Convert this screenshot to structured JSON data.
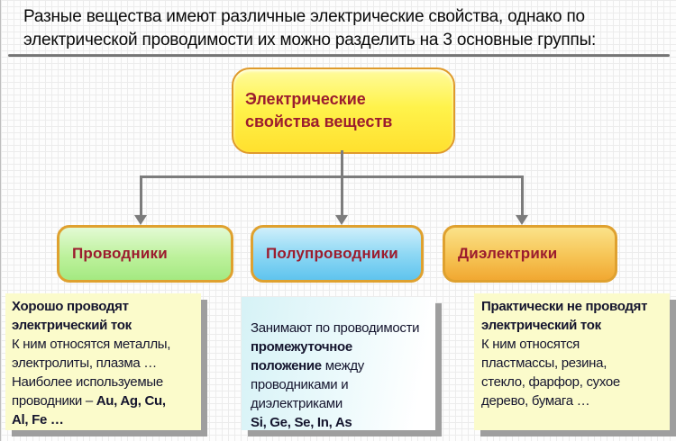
{
  "header": {
    "text": "Разные вещества имеют различные электрические свойства, однако по\nэлектрической проводимости их можно разделить на 3 основные группы:"
  },
  "root_box": {
    "label": "Электрические\nсвойства веществ"
  },
  "branches": [
    {
      "id": "conductors",
      "label": "Проводники"
    },
    {
      "id": "semiconductors",
      "label": "Полупроводники"
    },
    {
      "id": "dielectrics",
      "label": "Диэлектрики"
    }
  ],
  "notes": [
    {
      "id": "conductors",
      "segments": [
        {
          "t": " Хорошо проводят\nэлектрический ток\n",
          "b": true
        },
        {
          "t": " К ним относятся металлы,\nэлектролиты, плазма …\nНаиболее используемые\nпроводники – ",
          "b": false
        },
        {
          "t": "Au, Ag, Cu,\nAl, Fe …",
          "b": true
        }
      ]
    },
    {
      "id": "semiconductors",
      "segments": [
        {
          "t": "Занимают по проводимости\n",
          "b": false
        },
        {
          "t": "промежуточное\nположение ",
          "b": true
        },
        {
          "t": "между\nпроводниками и\nдиэлектриками\n",
          "b": false
        },
        {
          "t": "Si, Ge, Se, In, As",
          "b": true
        }
      ]
    },
    {
      "id": "dielectrics",
      "segments": [
        {
          "t": " Практически не проводят\nэлектрический ток\n",
          "b": true
        },
        {
          "t": " К ним относятся\nпластмассы, резина,\nстекло, фарфор, сухое\nдерево, бумага …",
          "b": false
        }
      ]
    }
  ],
  "colors": {
    "title_text": "#9B1C2E",
    "branch_border_gold": "#DFA12F",
    "root_fill_yellow": "#FFF34C",
    "conductors_fill_green": "#A4E981",
    "semiconductors_fill_blue": "#5FC4EE",
    "dielectrics_fill_orange": "#F1A832",
    "note_fill_yellow": "#FBFBCB",
    "note_fill_cyan": "#D6F2F6",
    "note_shadow_gray": "#9E9E9E",
    "connector_gray": "#7C7C7C",
    "note_text": "#15152E",
    "header_text": "#0A0A0A"
  }
}
